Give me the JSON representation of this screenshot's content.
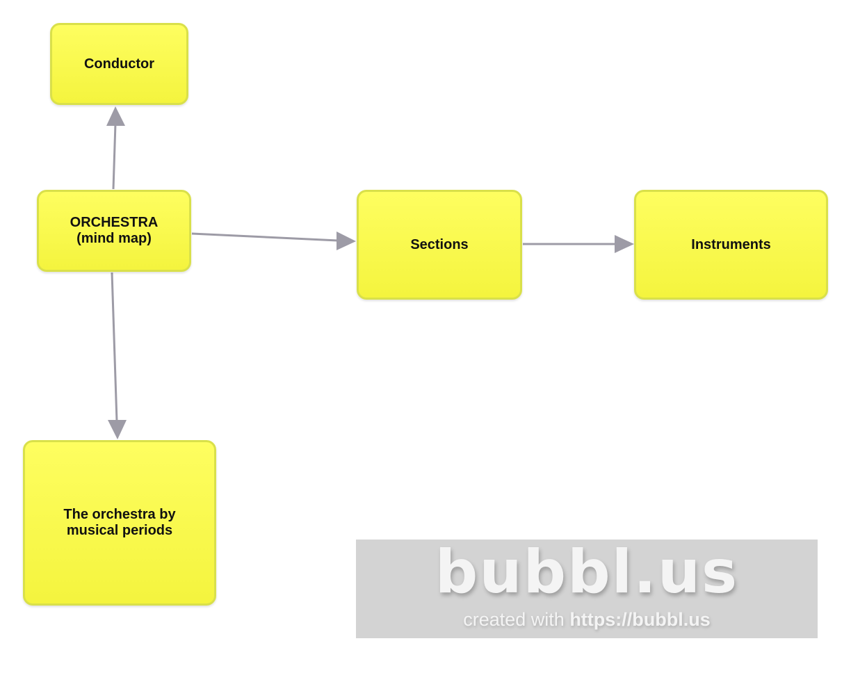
{
  "nodes": {
    "conductor": "Conductor",
    "orchestra": "ORCHESTRA\n(mind map)",
    "sections": "Sections",
    "instruments": "Instruments",
    "periods": "The orchestra by\nmusical periods"
  },
  "watermark": {
    "logo": "bubbl.us",
    "created_with": "created with",
    "url": "https://bubbl.us"
  },
  "colors": {
    "node_fill": "#fbfb55",
    "node_border": "#d9e04a",
    "edge": "#9d9ba6"
  }
}
